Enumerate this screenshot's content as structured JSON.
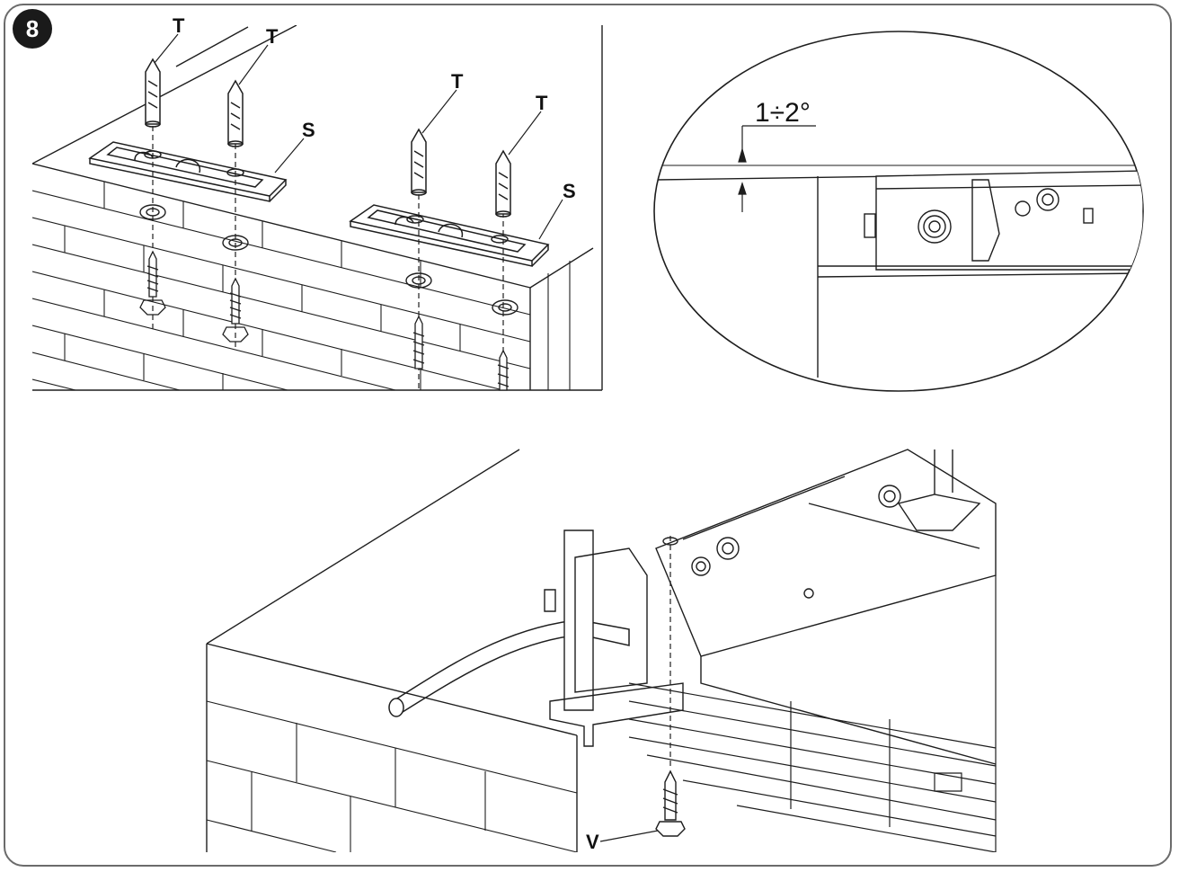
{
  "figure": {
    "step_number": "8",
    "labels": {
      "plug": "T",
      "plate": "S",
      "screw": "V",
      "angle": "1÷2°"
    }
  },
  "colors": {
    "line": "#1e1e1e",
    "frame": "#6b6b6b",
    "badge": "#1a1a1a"
  }
}
